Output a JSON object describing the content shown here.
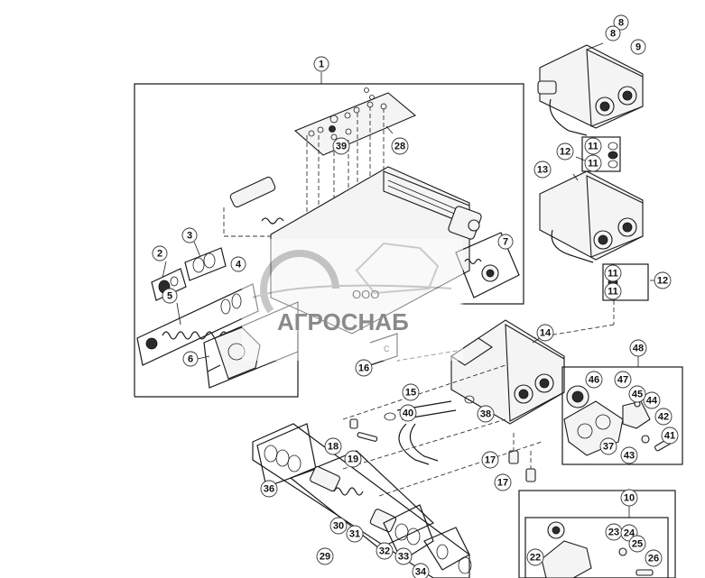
{
  "diagram": {
    "callouts": [
      {
        "label": "1"
      },
      {
        "label": "2"
      },
      {
        "label": "3"
      },
      {
        "label": "4"
      },
      {
        "label": "5"
      },
      {
        "label": "6"
      },
      {
        "label": "7"
      },
      {
        "label": "8"
      },
      {
        "label": "8"
      },
      {
        "label": "9"
      },
      {
        "label": "10"
      },
      {
        "label": "11"
      },
      {
        "label": "11"
      },
      {
        "label": "11"
      },
      {
        "label": "11"
      },
      {
        "label": "12"
      },
      {
        "label": "12"
      },
      {
        "label": "13"
      },
      {
        "label": "14"
      },
      {
        "label": "15"
      },
      {
        "label": "16"
      },
      {
        "label": "17"
      },
      {
        "label": "17"
      },
      {
        "label": "18"
      },
      {
        "label": "19"
      },
      {
        "label": "22"
      },
      {
        "label": "23"
      },
      {
        "label": "24"
      },
      {
        "label": "25"
      },
      {
        "label": "26"
      },
      {
        "label": "28"
      },
      {
        "label": "29"
      },
      {
        "label": "30"
      },
      {
        "label": "31"
      },
      {
        "label": "32"
      },
      {
        "label": "33"
      },
      {
        "label": "34"
      },
      {
        "label": "36"
      },
      {
        "label": "37"
      },
      {
        "label": "38"
      },
      {
        "label": "39"
      },
      {
        "label": "40"
      },
      {
        "label": "41"
      },
      {
        "label": "42"
      },
      {
        "label": "43"
      },
      {
        "label": "44"
      },
      {
        "label": "45"
      },
      {
        "label": "46"
      },
      {
        "label": "47"
      },
      {
        "label": "48"
      }
    ]
  },
  "watermark": {
    "company_prefix": "ООО",
    "brand": "АГРОСНАБ"
  }
}
